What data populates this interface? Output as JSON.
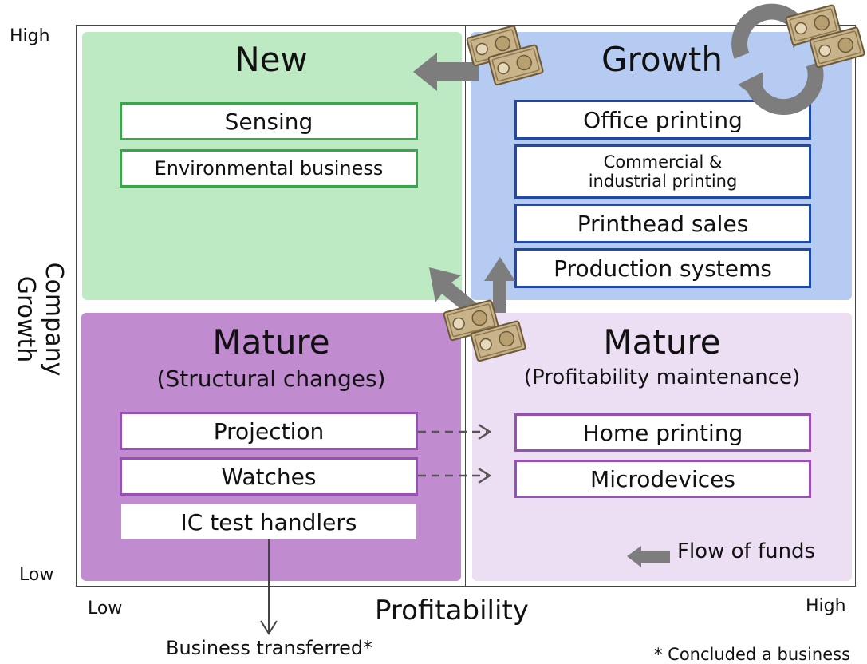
{
  "axes": {
    "y_label": "Company Growth",
    "y_high": "High",
    "y_low": "Low",
    "x_label": "Profitability",
    "x_low": "Low",
    "x_high": "High"
  },
  "quadrants": {
    "new": {
      "title": "New",
      "items": [
        "Sensing",
        "Environmental business"
      ],
      "color": "#bde9c3",
      "border_color": "#3aa54a"
    },
    "growth": {
      "title": "Growth",
      "items": [
        "Office printing",
        "Commercial &",
        "industrial printing",
        "Printhead sales",
        "Production systems"
      ],
      "color": "#b5cbf1",
      "border_color": "#1f49a8"
    },
    "mature_structural": {
      "title": "Mature",
      "subtitle": "(Structural changes)",
      "items": [
        "Projection",
        "Watches",
        "IC test handlers"
      ],
      "color": "#c18bd0",
      "border_color": "#9a4fb8"
    },
    "mature_profitability": {
      "title": "Mature",
      "subtitle": "(Profitability maintenance)",
      "items": [
        "Home printing",
        "Microdevices"
      ],
      "color": "#ecdff3"
    }
  },
  "legend": {
    "flow_of_funds": "Flow of funds",
    "icon": "gray-arrow-left-icon"
  },
  "notes": {
    "business_transferred": "Business transferred*",
    "footnote": "* Concluded a business"
  },
  "icons": [
    "money-bills-icon",
    "recycle-arrows-icon",
    "gray-arrow-icon",
    "dashed-arrow-icon"
  ]
}
